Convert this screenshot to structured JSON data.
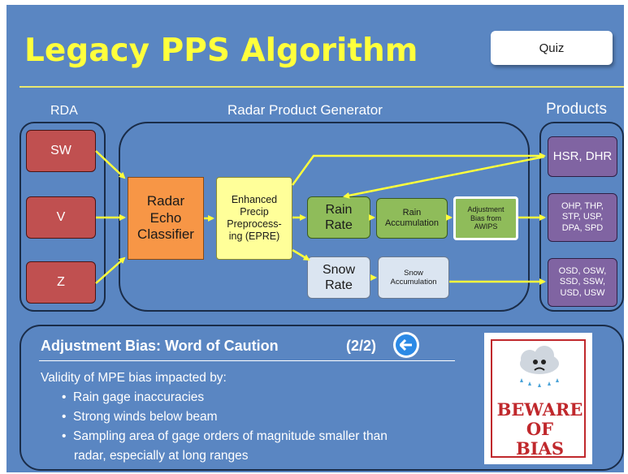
{
  "title": "Legacy PPS Algorithm",
  "quiz_label": "Quiz",
  "sections": {
    "rda": "RDA",
    "rpg": "Radar Product Generator",
    "products": "Products"
  },
  "rda_boxes": [
    "SW",
    "V",
    "Z"
  ],
  "rpg": {
    "classifier": [
      "Radar",
      "Echo",
      "Classifier"
    ],
    "epre": [
      "Enhanced",
      "Precip",
      "Preprocess-",
      "ing (EPRE)"
    ],
    "rain_rate": [
      "Rain",
      "Rate"
    ],
    "rain_accum": [
      "Rain",
      "Accumulation"
    ],
    "bias": [
      "Adjustment",
      "Bias from",
      "AWIPS"
    ],
    "snow_rate": [
      "Snow",
      "Rate"
    ],
    "snow_accum": [
      "Snow",
      "Accumulation"
    ]
  },
  "products": {
    "p1": [
      "HSR, DHR"
    ],
    "p2": [
      "OHP, THP,",
      "STP, USP,",
      "DPA, SPD"
    ],
    "p3": [
      "OSD, OSW,",
      "SSD, SSW,",
      "USD, USW"
    ]
  },
  "note": {
    "title": "Adjustment Bias: Word of Caution",
    "page": "(2/2)",
    "intro": "Validity of MPE bias impacted by:",
    "bullets": [
      "Rain gage inaccuracies",
      "Strong winds below beam",
      "Sampling area of gage orders of magnitude smaller than",
      "radar, especially at long ranges"
    ]
  },
  "sign": {
    "line1": "BEWARE",
    "line2": "OF",
    "line3": "BIAS"
  },
  "colors": {
    "background": "#5a86c2",
    "title": "#ffff3c",
    "arrow": "#ffff3c",
    "sign_red": "#c0282c"
  },
  "icons": [
    "back-arrow-icon",
    "sad-cloud-icon"
  ]
}
